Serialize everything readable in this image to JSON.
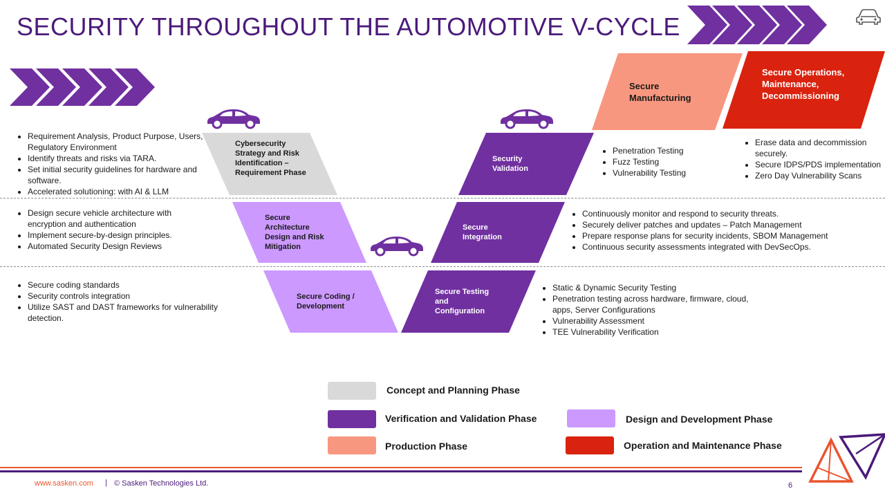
{
  "title": "SECURITY THROUGHOUT THE AUTOMOTIVE V-CYCLE",
  "colors": {
    "concept": "#d9d9d9",
    "verification": "#7030a0",
    "design": "#cc99ff",
    "production": "#f8977f",
    "operation": "#d9230f",
    "title": "#4b1a7a"
  },
  "phases": {
    "cybersecurity_strategy": "Cybersecurity Strategy and Risk Identification – Requirement Phase",
    "secure_architecture": "Secure Architecture Design and Risk Mitigation",
    "secure_coding": "Secure Coding / Development",
    "secure_testing": "Secure Testing and Configuration",
    "secure_integration": "Secure Integration",
    "security_validation": "Security Validation",
    "secure_manufacturing": "Secure Manufacturing",
    "secure_operations": "Secure Operations, Maintenance, Decommissioning"
  },
  "bullets": {
    "requirement": [
      "Requirement Analysis, Product Purpose, Users, Regulatory Environment",
      "Identify threats and risks via TARA.",
      "Set initial security guidelines for hardware and software.",
      "Accelerated solutioning: with AI & LLM"
    ],
    "architecture": [
      "Design secure vehicle architecture with encryption and authentication",
      "Implement secure-by-design principles.",
      "Automated Security Design Reviews"
    ],
    "coding": [
      "Secure coding standards",
      "Security controls integration",
      "Utilize SAST and DAST frameworks for vulnerability detection."
    ],
    "testing": [
      "Static & Dynamic Security Testing",
      "Penetration testing across hardware, firmware, cloud, apps, Server Configurations",
      "Vulnerability Assessment",
      "TEE Vulnerability Verification"
    ],
    "integration": [
      "Continuously monitor and respond to security threats.",
      "Securely deliver patches and updates – Patch Management",
      "Prepare response plans for security incidents, SBOM Management",
      "Continuous security assessments integrated with DevSecOps."
    ],
    "validation": [
      "Penetration Testing",
      "Fuzz Testing",
      "Vulnerability Testing"
    ],
    "operations": [
      "Erase data and decommission securely.",
      "Secure IDPS/PDS implementation",
      "Zero Day Vulnerability Scans"
    ]
  },
  "legend": {
    "concept": "Concept and Planning Phase",
    "verification": "Verification and Validation Phase",
    "design": "Design and Development Phase",
    "production": "Production Phase",
    "operation": "Operation and Maintenance Phase"
  },
  "footer": {
    "url": "www.sasken.com",
    "separator": "|",
    "copyright": "© Sasken Technologies Ltd.",
    "page_number": "6"
  }
}
